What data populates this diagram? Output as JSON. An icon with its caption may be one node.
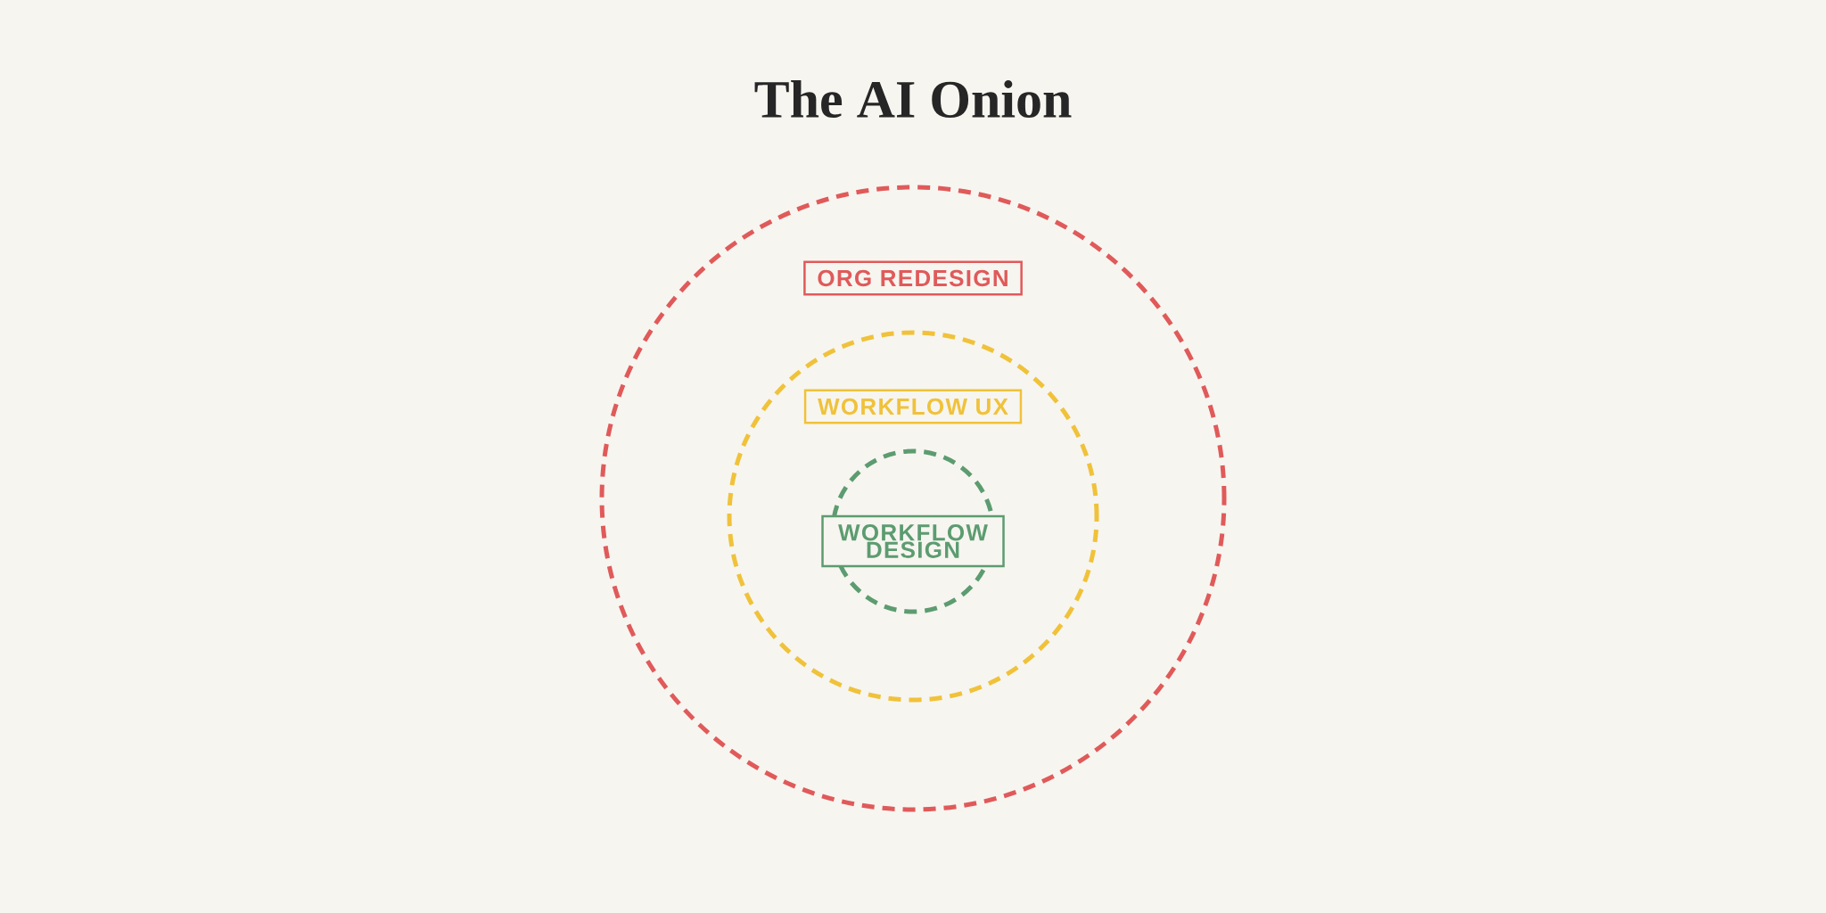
{
  "diagram": {
    "title": "The AI Onion",
    "nodes": [
      {
        "text": [
          "ORG REDESIGN"
        ]
      },
      {
        "text": [
          "WORKFLOW UX"
        ],
        "in": 0
      },
      {
        "text": [
          "WORKFLOW DESIGN"
        ],
        "in": 1
      }
    ]
  }
}
